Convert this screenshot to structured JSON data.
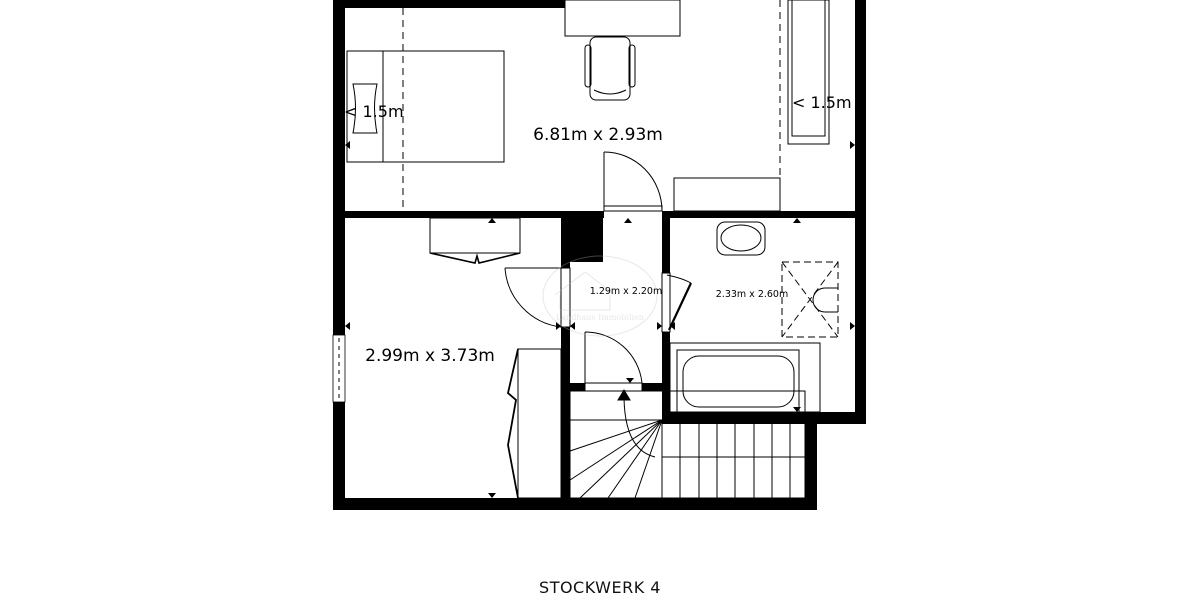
{
  "floor_label": "STOCKWERK 4",
  "rooms": [
    {
      "name_key": "large",
      "dimensions": "6.81m x 2.93m"
    },
    {
      "name_key": "left",
      "dimensions": "2.99m x 3.73m"
    },
    {
      "name_key": "hall",
      "dimensions": "1.29m x 2.20m"
    },
    {
      "name_key": "bath",
      "dimensions": "2.33m x 2.60m"
    }
  ],
  "height_notes": [
    "< 1.5m",
    "< 1.5m"
  ],
  "watermark": "Landhaus Immobilien",
  "colors": {
    "wall": "#000000",
    "background": "#ffffff",
    "watermark": "#d8d8d8"
  }
}
